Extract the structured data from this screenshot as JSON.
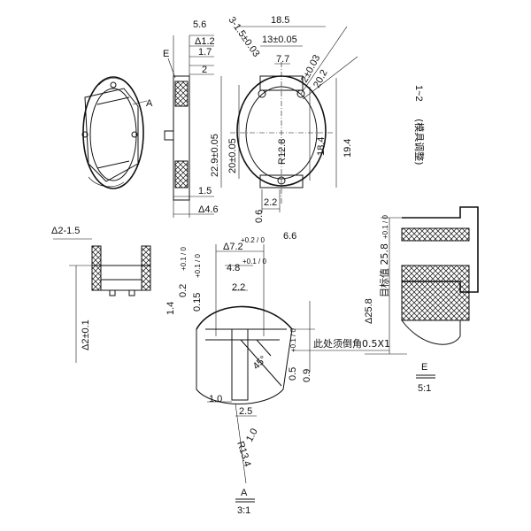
{
  "drawing": {
    "top_view_labels": {
      "detail_a": "A",
      "detail_e": "E"
    },
    "side_dims": [
      "5.6",
      "Δ1.2",
      "1.7",
      "2",
      "1.5",
      "Δ4.6"
    ],
    "front_dims": {
      "w_total": "18.5",
      "w_inner": "13±0.05",
      "w_slot": "7.7",
      "pin_dia": "3-1.5±0.03",
      "r12": "2±0.03",
      "r202": "20.2",
      "h_outer": "22.9±0.05",
      "h_inner": "20±0.05",
      "r128": "R12.8",
      "h184": "18.4",
      "h194": "19.4",
      "b22": "2.2",
      "b06": "0.6",
      "b66": "6.6"
    },
    "section_dims": {
      "top": "Δ2-1.5",
      "height": "Δ2±0.1"
    },
    "detail_a": {
      "w72": "Δ7.2",
      "w72_tol": "+0.2 / 0",
      "w48": "4.8",
      "w48_tol": "+0.1 / 0",
      "w22": "2.2",
      "h14": "1.4",
      "h02": "0.2",
      "h02_tol": "+0.1 / 0",
      "h015": "0.15",
      "h015_tol": "+0.1 / 0",
      "angle": "45°",
      "h05": "0.5",
      "h05_tol": "+0.1 / 0",
      "h09": "0.9",
      "w10": "1.0",
      "w25": "2.5",
      "r10": "1.0",
      "r134": "R13.4",
      "note": "此处须倒角0.5X1",
      "title": "A",
      "scale": "3:1"
    },
    "detail_e": {
      "adjust": "1~2",
      "adjust_note": "(模具调整)",
      "d258": "Δ25.8",
      "target": "目标值 25.8",
      "target_tol": "+0.1 / 0",
      "title": "E",
      "scale": "5:1"
    }
  }
}
